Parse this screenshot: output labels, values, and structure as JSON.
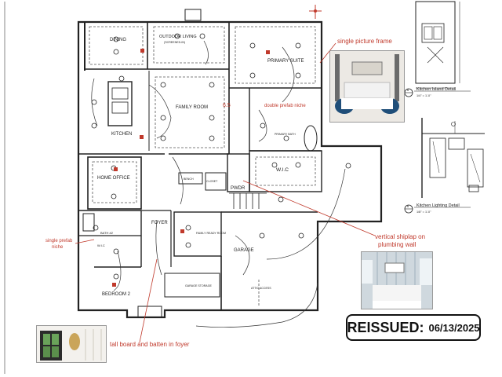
{
  "rooms": {
    "dining": "DINING",
    "outdoor_living": "OUTDOOR LIVING",
    "outdoor_living_sub": "(SCREENED-IN)",
    "primary_suite": "PRIMARY SUITE",
    "family_room": "FAMILY ROOM",
    "kitchen": "KITCHEN",
    "home_office": "HOME OFFICE",
    "wic": "W.I.C",
    "primary_bath": "PRIMARY BATH",
    "pwdr": "PWDR",
    "foyer": "FOYER",
    "family_ready_room": "FAMILY READY ROOM",
    "garage": "GARAGE",
    "garage_storage": "GARAGE STORAGE",
    "attic_access": "ATTIC ACCESS",
    "bedroom2": "BEDROOM 2",
    "bath2": "BATH #2",
    "wic2": "W.I.C",
    "bench": "BENCH",
    "closet": "CLOSET"
  },
  "notes": {
    "single_picture_frame": "single picture frame",
    "double_prefab_niche": "double prefab niche",
    "single_prefab_niche": "single prefab niche",
    "vertical_shiplap_1": "vertical shiplap on",
    "vertical_shiplap_2": "plumbing wall",
    "tall_board": "tall board and batten in foyer",
    "dim_65": "6.5"
  },
  "details": {
    "kitchen_island_title": "Kitchen Island Detail",
    "kitchen_island_scale": "1/4\" = 1'-0\"",
    "kitchen_island_num": "6",
    "kitchen_lighting_title": "Kitchen Lighting Detail",
    "kitchen_lighting_scale": "1/8\" = 1'-0\"",
    "kitchen_lighting_num": "6"
  },
  "stamp": {
    "label": "REISSUED:",
    "date": "06/13/2025"
  },
  "colors": {
    "line": "#333333",
    "note": "#c0392b",
    "stamp_border": "#111111"
  }
}
